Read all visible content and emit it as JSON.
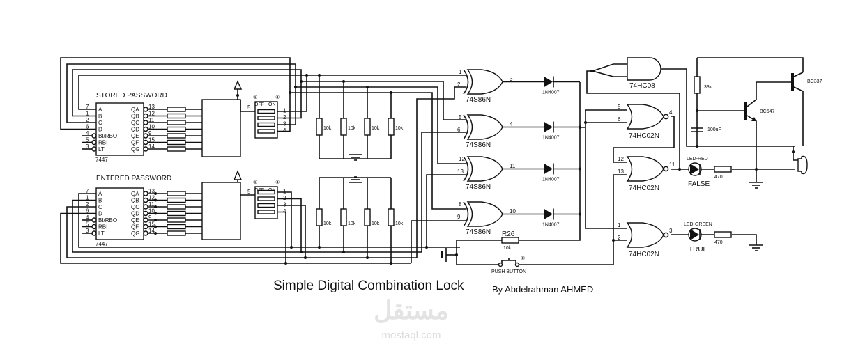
{
  "stored": {
    "title": "STORED PASSWORD",
    "chip": "7447"
  },
  "entered": {
    "title": "ENTERED  PASSWORD",
    "chip": "7447"
  },
  "decoder": {
    "left_pins": [
      {
        "num": "7",
        "name": "A"
      },
      {
        "num": "1",
        "name": "B"
      },
      {
        "num": "2",
        "name": "C"
      },
      {
        "num": "6",
        "name": "D"
      },
      {
        "num": "4",
        "name": "BI/RBO"
      },
      {
        "num": "5",
        "name": "RBI"
      },
      {
        "num": "3",
        "name": "LT"
      }
    ],
    "right_pins": [
      {
        "num": "13",
        "name": "QA"
      },
      {
        "num": "12",
        "name": "QB"
      },
      {
        "num": "11",
        "name": "QC"
      },
      {
        "num": "10",
        "name": "QD"
      },
      {
        "num": "9",
        "name": "QE"
      },
      {
        "num": "15",
        "name": "QF"
      },
      {
        "num": "14",
        "name": "QG"
      }
    ]
  },
  "dip": {
    "off": "OFF",
    "on": "ON",
    "pin_common": "5",
    "outputs": [
      "1",
      "2",
      "3",
      "4"
    ],
    "marks": [
      "①",
      "④"
    ]
  },
  "pulldown": {
    "value": "10k"
  },
  "xor_gates": [
    {
      "part": "74S86N",
      "in1": "1",
      "in2": "2",
      "out": "3"
    },
    {
      "part": "74S86N",
      "in1": "5",
      "in2": "6",
      "out": "4"
    },
    {
      "part": "74S86N",
      "in1": "12",
      "in2": "13",
      "out": "11"
    },
    {
      "part": "74S86N",
      "in1": "8",
      "in2": "9",
      "out": "10"
    }
  ],
  "diode": {
    "part": "1N4007"
  },
  "r26": {
    "name": "R26",
    "value": "10k"
  },
  "push_button": {
    "label": "PUSH BUTTON",
    "mark": "⑧"
  },
  "and_gate": {
    "part": "74HC08"
  },
  "nor_gates": [
    {
      "part": "74HC02N",
      "in1": "5",
      "in2": "6",
      "out": "4"
    },
    {
      "part": "74HC02N",
      "in1": "12",
      "in2": "13",
      "out": "11"
    },
    {
      "part": "74HC02N",
      "in1": "1",
      "in2": "2",
      "out": "3"
    }
  ],
  "led_red": {
    "name": "LED-RED",
    "state": "FALSE",
    "resistor": "470"
  },
  "led_green": {
    "name": "LED-GREEN",
    "state": "TRUE",
    "resistor": "470"
  },
  "alarm": {
    "r": "33k",
    "c": "100uF",
    "q1": "BC547",
    "q2": "BC337"
  },
  "footer": {
    "title": "Simple Digital Combination Lock",
    "author": "By Abdelrahman AHMED"
  },
  "watermark": {
    "arabic": "مستقل",
    "latin": "mostaql.com"
  }
}
